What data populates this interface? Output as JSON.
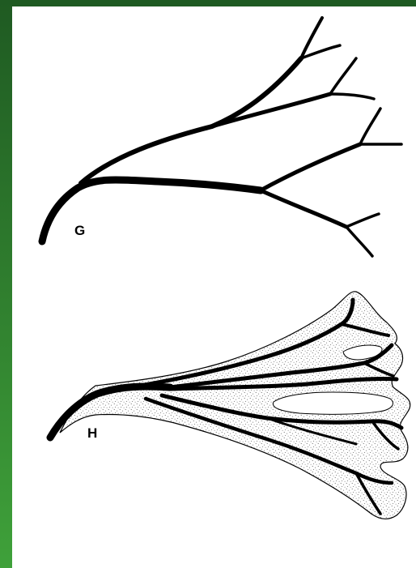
{
  "colors": {
    "frame_green_dark": "#1f5a22",
    "frame_green_light": "#3fa13a",
    "ink": "#000000",
    "paper": "#ffffff",
    "stipple": "#6b6b6b"
  },
  "figures": [
    {
      "id": "G",
      "label": "G",
      "description_kind": "branching-veins-only"
    },
    {
      "id": "H",
      "label": "H",
      "description_kind": "veins-with-stippled-blade"
    }
  ]
}
